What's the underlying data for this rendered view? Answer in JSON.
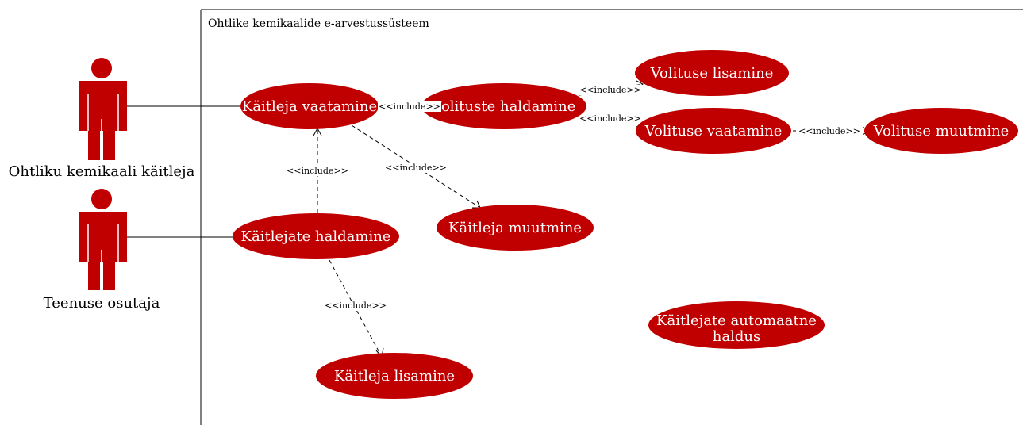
{
  "system": {
    "title": "Ohtlike kemikaalide e-arvestussüsteem"
  },
  "actors": [
    {
      "id": "a1",
      "label": "Ohtliku kemikaali käitleja"
    },
    {
      "id": "a2",
      "label": "Teenuse osutaja"
    }
  ],
  "use_cases": [
    {
      "id": "uc-kaitleja-vaatamine",
      "label": "Käitleja vaatamine"
    },
    {
      "id": "uc-volituste-haldamine",
      "label": "Volituste haldamine"
    },
    {
      "id": "uc-volituse-lisamine",
      "label": "Volituse lisamine"
    },
    {
      "id": "uc-volituse-vaatamine",
      "label": "Volituse vaatamine"
    },
    {
      "id": "uc-volituse-muutmine",
      "label": "Volituse muutmine"
    },
    {
      "id": "uc-kaitlejate-haldamine",
      "label": "Käitlejate haldamine"
    },
    {
      "id": "uc-kaitleja-muutmine",
      "label": "Käitleja muutmine"
    },
    {
      "id": "uc-kaitleja-lisamine",
      "label": "Käitleja lisamine"
    },
    {
      "id": "uc-automaatne-haldus",
      "label": "Käitlejate automaatne haldus"
    }
  ],
  "relationships": {
    "include_label": "<<include>>"
  },
  "colors": {
    "use_case_fill": "#c00000",
    "actor_fill": "#c00000",
    "line": "#000000"
  },
  "icons": {
    "actor": "person-figure-icon",
    "include_arrow": "open-arrowhead"
  }
}
